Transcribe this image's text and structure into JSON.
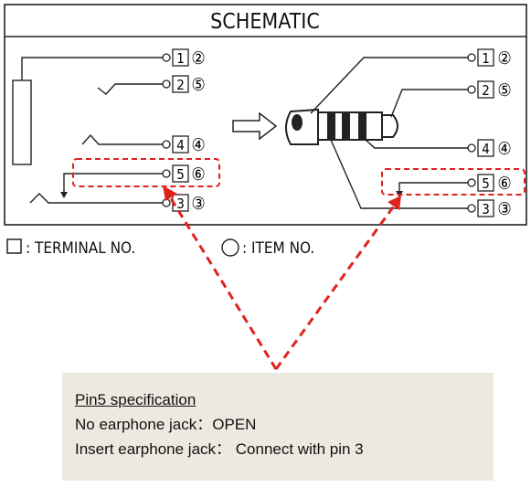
{
  "schematic": {
    "title": "SCHEMATIC",
    "left_pins": [
      {
        "terminal": "1",
        "item": "②"
      },
      {
        "terminal": "2",
        "item": "⑤"
      },
      {
        "terminal": "4",
        "item": "④"
      },
      {
        "terminal": "5",
        "item": "⑥"
      },
      {
        "terminal": "3",
        "item": "③"
      }
    ],
    "right_pins": [
      {
        "terminal": "1",
        "item": "②"
      },
      {
        "terminal": "2",
        "item": "⑤"
      },
      {
        "terminal": "4",
        "item": "④"
      },
      {
        "terminal": "5",
        "item": "⑥"
      },
      {
        "terminal": "3",
        "item": "③"
      }
    ],
    "legend": {
      "terminal_label": ": TERMINAL NO.",
      "item_label": ": ITEM NO."
    },
    "highlight_color": "#e0221f"
  },
  "note": {
    "title": "Pin5 specification",
    "line1": "No earphone jack：OPEN",
    "line2": "Insert earphone jack： Connect with pin 3"
  }
}
